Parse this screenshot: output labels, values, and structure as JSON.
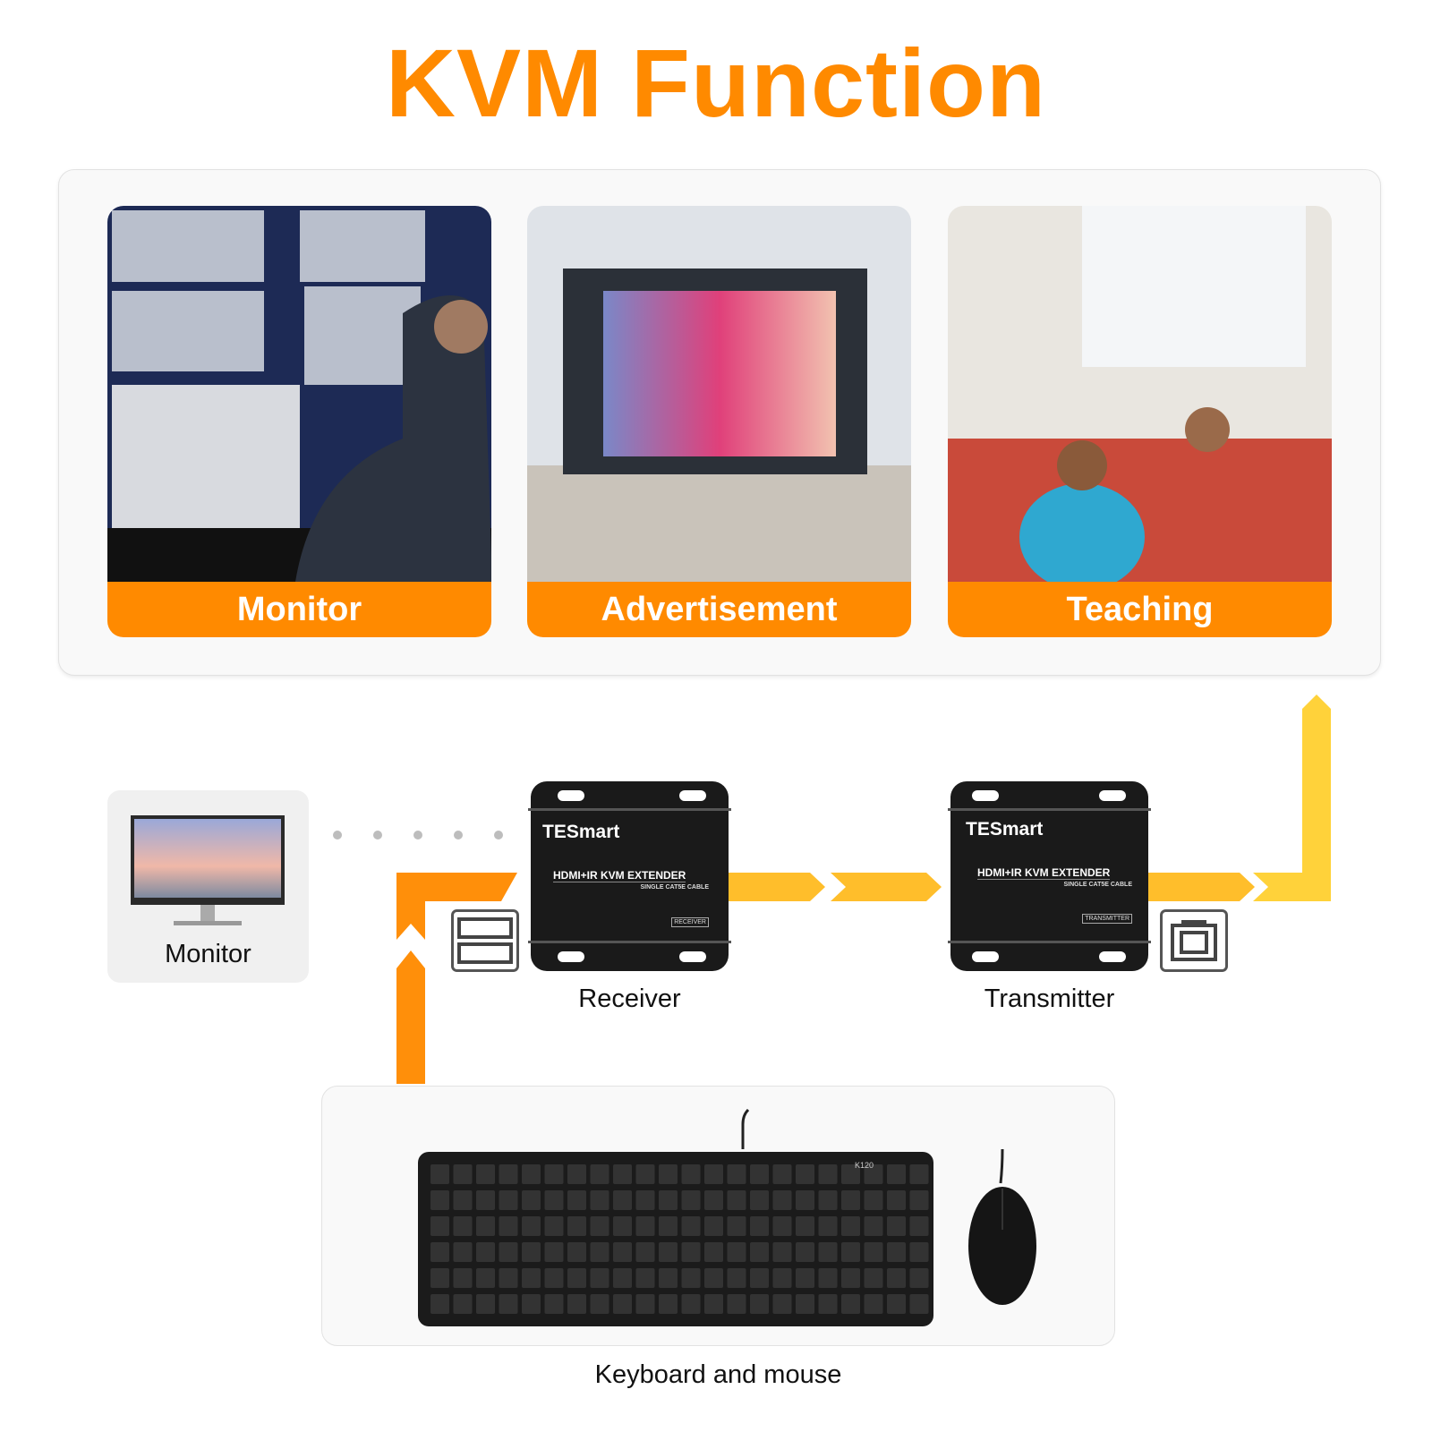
{
  "title": "KVM Function",
  "scenarios": [
    {
      "label": "Monitor"
    },
    {
      "label": "Advertisement"
    },
    {
      "label": "Teaching"
    }
  ],
  "diagram": {
    "monitor_label": "Monitor",
    "receiver": {
      "brand": "TESmart",
      "model": "HDMI+IR KVM EXTENDER",
      "sub": "SINGLE CAT5E CABLE",
      "tag": "RECEIVER",
      "label": "Receiver"
    },
    "transmitter": {
      "brand": "TESmart",
      "model": "HDMI+IR KVM EXTENDER",
      "sub": "SINGLE CAT5E CABLE",
      "tag": "TRANSMITTER",
      "label": "Transmitter"
    },
    "keyboard_model": "K120",
    "peripherals_label": "Keyboard and mouse"
  },
  "colors": {
    "accent": "#FF8A00",
    "yellow": "#FFC629"
  }
}
